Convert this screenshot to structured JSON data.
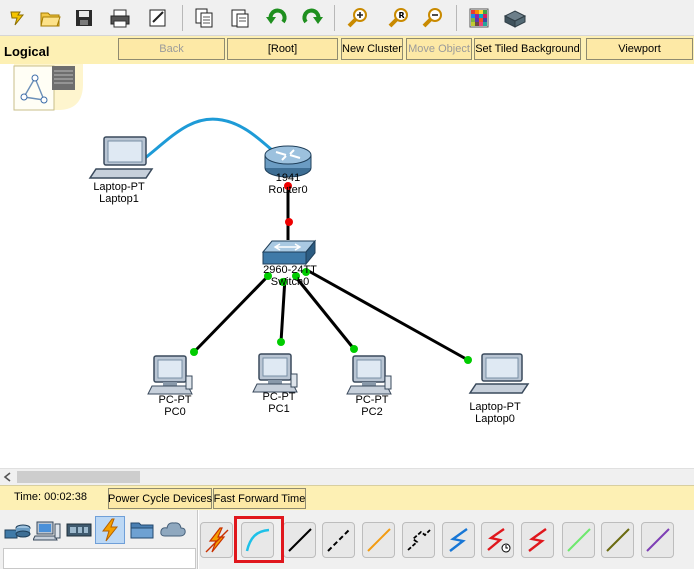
{
  "toolbar": {
    "icons": [
      "new-icon",
      "open-icon",
      "save-icon",
      "print-icon",
      "activity-wizard-icon",
      "copy-icon",
      "paste-icon",
      "undo-icon",
      "redo-icon",
      "zoom-in-icon",
      "zoom-reset-icon",
      "zoom-out-icon",
      "palette-icon",
      "custom-device-icon"
    ]
  },
  "nav": {
    "logical": "Logical",
    "back": "Back",
    "root": "[Root]",
    "new_cluster": "New Cluster",
    "move_object": "Move Object",
    "set_tiled_background": "Set Tiled Background",
    "viewport": "Viewport"
  },
  "devices": {
    "laptop1": {
      "model": "Laptop-PT",
      "name": "Laptop1"
    },
    "router0": {
      "model": "1941",
      "name": "Router0"
    },
    "switch0": {
      "model": "2960-24TT",
      "name": "Switch0"
    },
    "pc0": {
      "model": "PC-PT",
      "name": "PC0"
    },
    "pc1": {
      "model": "PC-PT",
      "name": "PC1"
    },
    "pc2": {
      "model": "PC-PT",
      "name": "PC2"
    },
    "laptop0": {
      "model": "Laptop-PT",
      "name": "Laptop0"
    }
  },
  "status": {
    "time": "Time: 00:02:38",
    "power_cycle": "Power Cycle Devices",
    "fast_forward": "Fast Forward Time"
  },
  "device_categories": [
    "network-devices-icon",
    "end-devices-icon",
    "components-icon",
    "connections-icon",
    "miscellaneous-icon",
    "multiuser-icon"
  ],
  "selected_category": "connections-icon",
  "connections": [
    "automatic-connection",
    "console",
    "copper-straight-through",
    "copper-cross-over",
    "fiber",
    "phone",
    "coaxial",
    "serial-dce",
    "serial-dte",
    "octal",
    "iot-custom-cable",
    "usb"
  ],
  "selected_connection": "console",
  "colors": {
    "accent_yellow": "#fdf0b4",
    "link_green": "#00cc00",
    "link_red": "#ee0000",
    "console_cable": "#1e9bd7",
    "highlight": "#e0171d"
  }
}
